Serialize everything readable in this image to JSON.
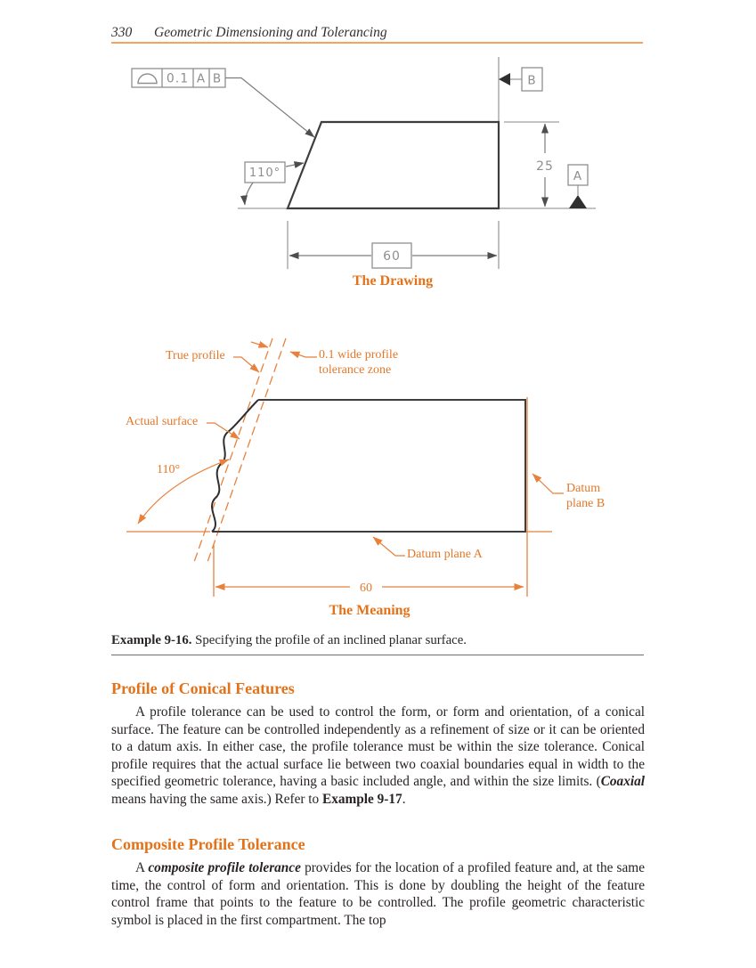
{
  "page": {
    "number": "330",
    "running_title": "Geometric Dimensioning and Tolerancing"
  },
  "colors": {
    "accent_orange": "#E2731B",
    "figure_orange": "#E8813C",
    "header_rule": "#F2A467",
    "drawing_gray": "#9f9f9f",
    "object_line": "#3e3e3e",
    "body_text": "#282223"
  },
  "figure_drawing": {
    "title": "The Drawing",
    "fcf": {
      "symbol": "profile-of-a-surface",
      "tolerance": "0.1",
      "datum_primary": "A",
      "datum_secondary": "B"
    },
    "angle_dim": "110°",
    "height_dim": "25",
    "width_dim": "60",
    "datum_a_label": "A",
    "datum_b_label": "B"
  },
  "figure_meaning": {
    "title": "The Meaning",
    "labels": {
      "true_profile": "True profile",
      "zone_line1": "0.1 wide profile",
      "zone_line2": "tolerance zone",
      "actual_surface": "Actual surface",
      "angle": "110°",
      "datum_b_line1": "Datum",
      "datum_b_line2": "plane B",
      "datum_a": "Datum plane A",
      "width_dim": "60"
    }
  },
  "caption": {
    "label": "Example 9-16.",
    "text": " Specifying the profile of an inclined planar surface."
  },
  "section1": {
    "heading": "Profile of Conical Features",
    "s0": "A profile tolerance can be used to control the form, or form and orientation, of a conical surface. The feature can be controlled independently as a refinement of size or it can be oriented to a datum axis. In either case, the profile tolerance must be within the size tolerance. Conical profile requires that the actual surface lie between two coaxial boundaries equal in width to the specified geometric tolerance, having a basic included angle, and within the size limits. (",
    "s1": "Coaxial",
    "s2": " means having the same axis.) Refer to ",
    "s3": "Example 9-17",
    "s4": "."
  },
  "section2": {
    "heading": "Composite Profile Tolerance",
    "s0": "A ",
    "s1": "composite profile tolerance",
    "s2": " provides for the location of a profiled feature and, at the same time, the control of form and orientation. This is done by doubling the height of the feature control frame that points to the feature to be controlled. The profile geometric characteristic symbol is placed in the first compartment. The top"
  }
}
